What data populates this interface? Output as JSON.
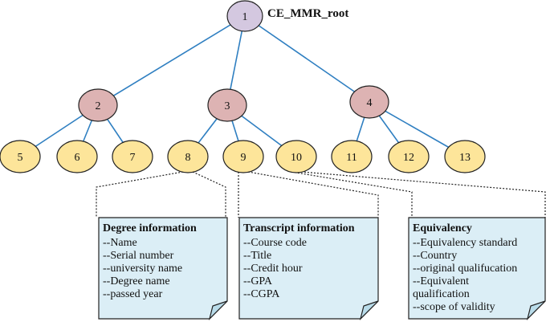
{
  "root_title": "CE_MMR_root",
  "nodes": [
    {
      "id": "1",
      "level": "root"
    },
    {
      "id": "2",
      "level": "mid"
    },
    {
      "id": "3",
      "level": "mid"
    },
    {
      "id": "4",
      "level": "mid"
    },
    {
      "id": "5",
      "level": "leaf"
    },
    {
      "id": "6",
      "level": "leaf"
    },
    {
      "id": "7",
      "level": "leaf"
    },
    {
      "id": "8",
      "level": "leaf"
    },
    {
      "id": "9",
      "level": "leaf"
    },
    {
      "id": "10",
      "level": "leaf"
    },
    {
      "id": "11",
      "level": "leaf"
    },
    {
      "id": "12",
      "level": "leaf"
    },
    {
      "id": "13",
      "level": "leaf"
    }
  ],
  "edges": [
    [
      "1",
      "2"
    ],
    [
      "1",
      "3"
    ],
    [
      "1",
      "4"
    ],
    [
      "2",
      "5"
    ],
    [
      "2",
      "6"
    ],
    [
      "2",
      "7"
    ],
    [
      "3",
      "8"
    ],
    [
      "3",
      "9"
    ],
    [
      "3",
      "10"
    ],
    [
      "4",
      "11"
    ],
    [
      "4",
      "12"
    ],
    [
      "4",
      "13"
    ]
  ],
  "notes": [
    {
      "attached_to": "8",
      "title": "Degree information",
      "lines": [
        "--Name",
        "--Serial number",
        "--university name",
        "--Degree name",
        "--passed year"
      ]
    },
    {
      "attached_to": "9",
      "title": "Transcript information",
      "lines": [
        "--Course code",
        "--Title",
        "--Credit hour",
        "--GPA",
        "--CGPA"
      ]
    },
    {
      "attached_to": "10",
      "title": "Equivalency",
      "lines": [
        "--Equivalency standard",
        "--Country",
        "--original qualifucation",
        "--Equivalent",
        "qualification",
        "--scope of validity"
      ]
    }
  ],
  "colors": {
    "root_fill": "#d4c8e0",
    "mid_fill": "#ddb3b3",
    "leaf_fill": "#fde59a",
    "edge": "#2f7fc1",
    "note_fill": "#dbeef6",
    "node_stroke": "#222222"
  }
}
